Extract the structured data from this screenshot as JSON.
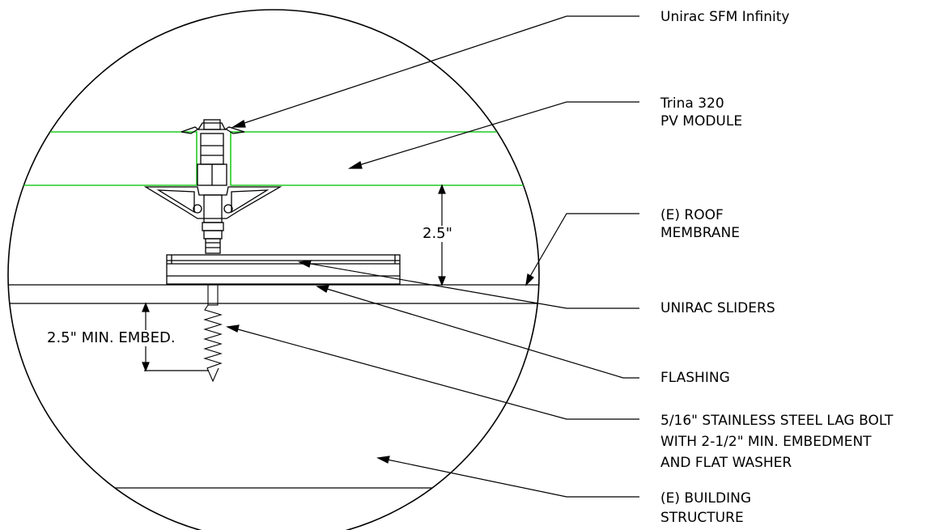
{
  "labels": {
    "sfm": "Unirac SFM Infinity",
    "module_line1": "Trina 320",
    "module_line2": "PV MODULE",
    "membrane_line1": "(E) ROOF",
    "membrane_line2": "MEMBRANE",
    "sliders": "UNIRAC SLIDERS",
    "flashing": "FLASHING",
    "bolt_line1": "5/16\" STAINLESS STEEL LAG BOLT",
    "bolt_line2": "WITH 2-1/2\" MIN. EMBEDMENT",
    "bolt_line3": "AND FLAT WASHER",
    "structure_line1": "(E) BUILDING",
    "structure_line2": "STRUCTURE"
  },
  "dimensions": {
    "module_height": "2.5\"",
    "embed": "2.5\" MIN. EMBED."
  },
  "colors": {
    "line": "#000000",
    "module_outline": "#22cc22",
    "background": "#ffffff"
  }
}
